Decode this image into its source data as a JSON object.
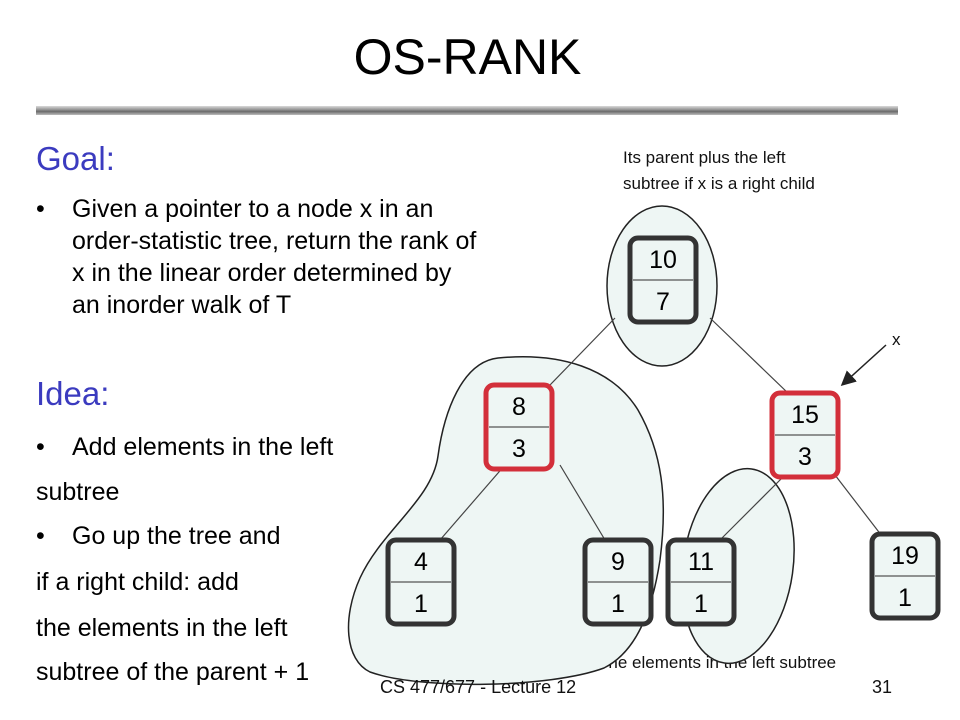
{
  "title": "OS-RANK",
  "goal": {
    "heading": "Goal:",
    "bullet_lines": [
      "Given a pointer to a node x in an",
      "order-statistic tree, return the rank of",
      "x in the linear order determined by",
      "an inorder walk of T"
    ]
  },
  "idea": {
    "heading": "Idea:",
    "bullet1": "Add elements in the left",
    "line1": "subtree",
    "bullet2": "Go up the tree and",
    "line2": "if a right child: add",
    "line3": "the elements in the left",
    "line4": "subtree of the parent + 1"
  },
  "annotations": {
    "top_line1": "Its parent plus the left",
    "top_line2": "subtree if x is a right child",
    "x_label": "x",
    "bottom": "The elements in the left subtree"
  },
  "tree": {
    "nodes": [
      {
        "id": "n10",
        "key": "10",
        "size": "7",
        "highlight": false
      },
      {
        "id": "n8",
        "key": "8",
        "size": "3",
        "highlight": true
      },
      {
        "id": "n15",
        "key": "15",
        "size": "3",
        "highlight": true
      },
      {
        "id": "n4",
        "key": "4",
        "size": "1",
        "highlight": false
      },
      {
        "id": "n9",
        "key": "9",
        "size": "1",
        "highlight": false
      },
      {
        "id": "n11",
        "key": "11",
        "size": "1",
        "highlight": false
      },
      {
        "id": "n19",
        "key": "19",
        "size": "1",
        "highlight": false
      }
    ]
  },
  "colors": {
    "heading": "#3b3bbf",
    "highlight_border": "#d32f3a",
    "node_border": "#333333",
    "region_fill": "#eef6f4"
  },
  "footer": {
    "course": "CS 477/677 - Lecture 12",
    "page": "31"
  }
}
